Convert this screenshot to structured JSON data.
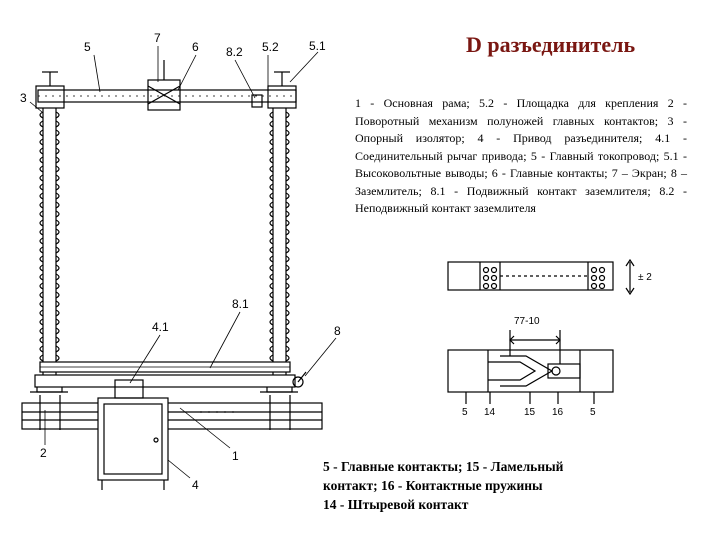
{
  "title": "D разъединитель",
  "legend_text": "1 - Основная рама; 5.2 - Площадка для крепления 2 - Поворотный механизм полуножей главных контактов; 3 - Опорный изолятор; 4 - Привод разъединителя; 4.1 - Соединительный рычаг привода; 5 - Главный токопровод; 5.1 - Высоковольтные выводы; 6 - Главные контакты; 7 – Экран; 8 – Заземлитель; 8.1 - Подвижный контакт заземлителя; 8.2 - Неподвижный контакт заземлителя",
  "caption_lines": [
    "5 - Главные контакты; 15 - Ламельный",
    "контакт; 16 - Контактные пружины",
    "14 - Штыревой контакт"
  ],
  "main_labels": {
    "l5": "5",
    "l7": "7",
    "l6": "6",
    "l82": "8.2",
    "l52": "5.2",
    "l51": "5.1",
    "l3": "3",
    "l81": "8.1",
    "l41": "4.1",
    "l8": "8",
    "l2": "2",
    "l1": "1",
    "l4": "4"
  },
  "detail_labels": {
    "d_pm2": "± 2",
    "d_dim": "77-10",
    "d5a": "5",
    "d14": "14",
    "d15": "15",
    "d16": "16",
    "d5b": "5"
  },
  "colors": {
    "title": "#7a1712",
    "line": "#000000"
  }
}
